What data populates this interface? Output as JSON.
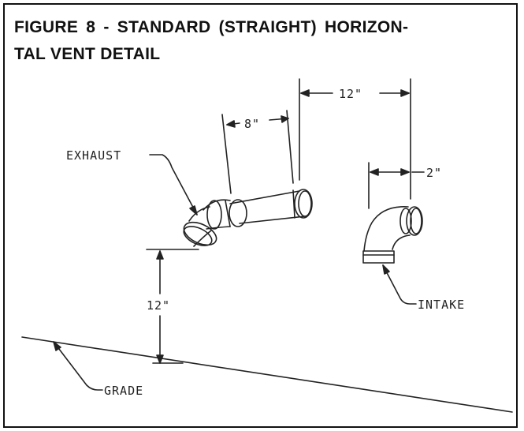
{
  "figure": {
    "title_line1": "FIGURE 8 - STANDARD (STRAIGHT) HORIZON-",
    "title_line2": "TAL VENT DETAIL"
  },
  "labels": {
    "exhaust": "EXHAUST",
    "intake": "INTAKE",
    "grade": "GRADE",
    "dim_between_pipes": "12\"",
    "dim_exhaust_extension": "8\"",
    "dim_intake_offset": "2\"",
    "dim_height_above_grade": "12\""
  },
  "colors": {
    "line": "#222222",
    "border": "#111111"
  }
}
